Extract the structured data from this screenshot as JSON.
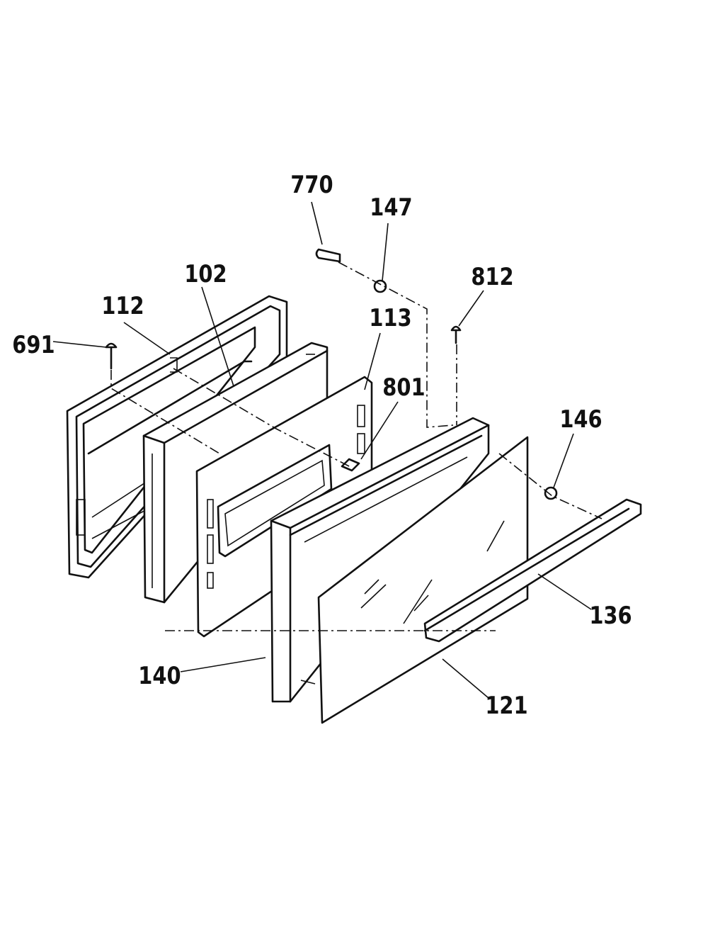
{
  "diagram": {
    "colors": {
      "ink": "#111111",
      "paper": "#ffffff"
    },
    "labels": {
      "p770": "770",
      "p147": "147",
      "p812": "812",
      "p102": "102",
      "p112": "112",
      "p113": "113",
      "p691": "691",
      "p801": "801",
      "p146": "146",
      "p136": "136",
      "p140": "140",
      "p121": "121"
    }
  }
}
